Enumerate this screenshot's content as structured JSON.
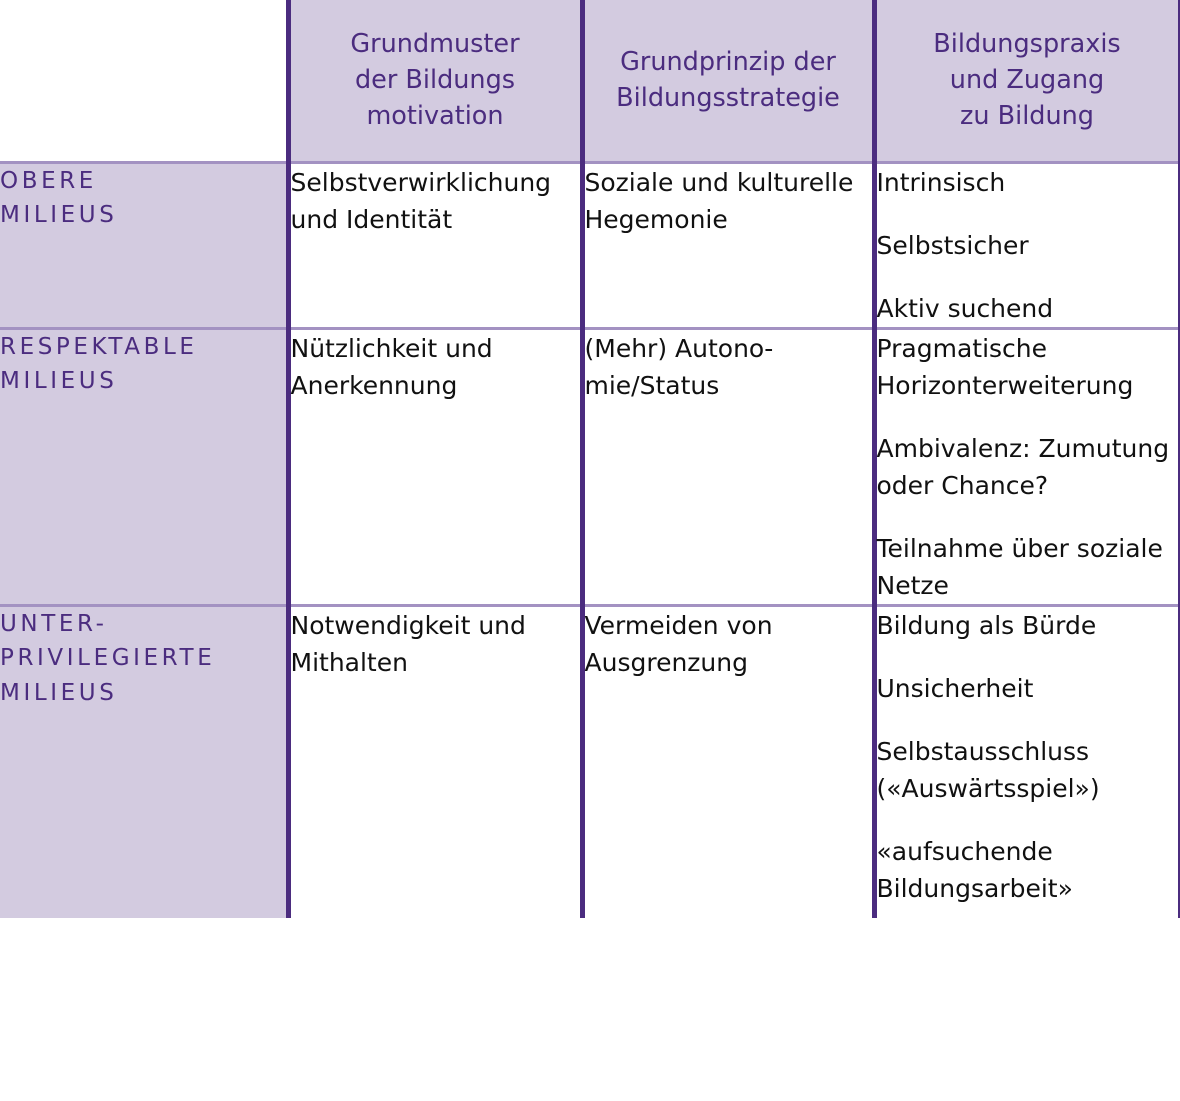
{
  "table": {
    "colors": {
      "header_fill": "#d3cbe0",
      "header_text": "#4b2c7f",
      "rule_strong": "#4b2c7f",
      "rule_light": "#a392c2",
      "body_text": "#111111",
      "body_fill": "#ffffff"
    },
    "corner_label": "",
    "columns": [
      {
        "id": "grundmuster",
        "label": "Grundmuster\nder Bildungs\nmotivation"
      },
      {
        "id": "grundprinzip",
        "label": "Grundprinzip der\nBildungsstrategie"
      },
      {
        "id": "bildungspraxis",
        "label": "Bildungspraxis\nund Zugang\nzu Bildung"
      }
    ],
    "column_labels": {
      "c1_l1": "Grundmuster",
      "c1_l2": "der Bildungs",
      "c1_l3": "motivation",
      "c2_l1": "Grundprinzip der",
      "c2_l2": "Bildungsstrategie",
      "c3_l1": "Bildungspraxis",
      "c3_l2": "und Zugang",
      "c3_l3": "zu Bildung"
    },
    "rows": [
      {
        "id": "obere-milieus",
        "label_lines": [
          "OBERE",
          "MILIEUS"
        ],
        "label": "OBERE MILIEUS",
        "grundmuster": [
          "Selbstverwirk-lichung und Identität"
        ],
        "grundmuster_text": "Selbstverwirk­lichung und Identität",
        "grundprinzip_text": "Soziale und kultu­relle Hegemonie",
        "bildungspraxis": [
          "Intrinsisch",
          "Selbstsicher",
          "Aktiv suchend"
        ]
      },
      {
        "id": "respektable-milieus",
        "label_lines": [
          "RESPEKTABLE",
          "MILIEUS"
        ],
        "label": "RESPEKTABLE MILIEUS",
        "grundmuster_text": "Nützlichkeit und Anerkennung",
        "grundprinzip_text": "(Mehr) Autono­mie/Status",
        "bildungspraxis": [
          "Pragmatische Horizonterweite­rung",
          "Ambivalenz: Zumutung oder Chance?",
          "Teilnahme über soziale Netze"
        ]
      },
      {
        "id": "unterprivilegierte-milieus",
        "label_lines": [
          "UNTER-",
          "PRIVILEGIERTE",
          "MILIEUS"
        ],
        "label": "UNTER-PRIVILEGIERTE MILIEUS",
        "grundmuster_text": "Notwendigkeit und Mithalten",
        "grundprinzip_text": "Vermeiden von Ausgrenzung",
        "bildungspraxis": [
          "Bildung als Bürde",
          "Unsicherheit",
          "Selbstausschluss («Auswärtsspiel»)",
          "«aufsuchende Bildungsarbeit»"
        ]
      }
    ]
  }
}
